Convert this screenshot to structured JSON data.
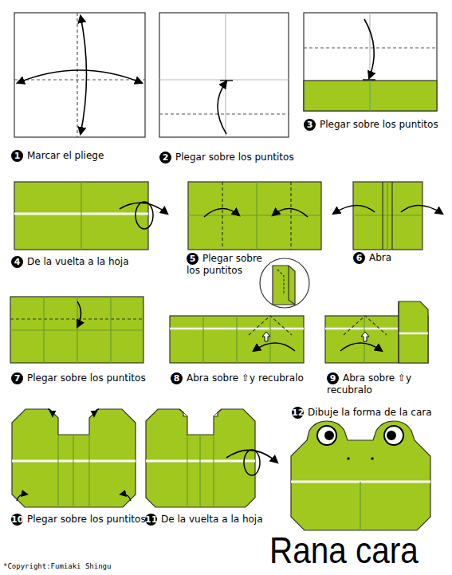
{
  "diagram": {
    "title": "Rana cara",
    "nodes": [
      {
        "text": [
          "1",
          "Marcar el pliege"
        ]
      },
      {
        "text": [
          "2",
          "Plegar sobre los puntitos"
        ]
      },
      {
        "text": [
          "3",
          "Plegar sobre los puntitos"
        ]
      },
      {
        "text": [
          "4",
          "De la vuelta a la hoja"
        ]
      },
      {
        "text": [
          "5",
          "Plegar sobre los puntitos"
        ]
      },
      {
        "text": [
          "6",
          "Abra"
        ]
      },
      {
        "text": [
          "7",
          "Plegar sobre los puntitos"
        ]
      },
      {
        "text": [
          "8",
          "Abra sobre ⇧y recubralo"
        ]
      },
      {
        "text": [
          "9",
          "Abra sobre ⇧y recubralo"
        ]
      },
      {
        "text": [
          "10",
          "Plegar sobre los puntitos"
        ]
      },
      {
        "text": [
          "11",
          "De la vuelta a la hoja"
        ]
      },
      {
        "text": [
          "12",
          "Dibuje la forma de la cara"
        ]
      }
    ],
    "labels": [
      "*Copyright:Fumiaki Shingu"
    ]
  }
}
